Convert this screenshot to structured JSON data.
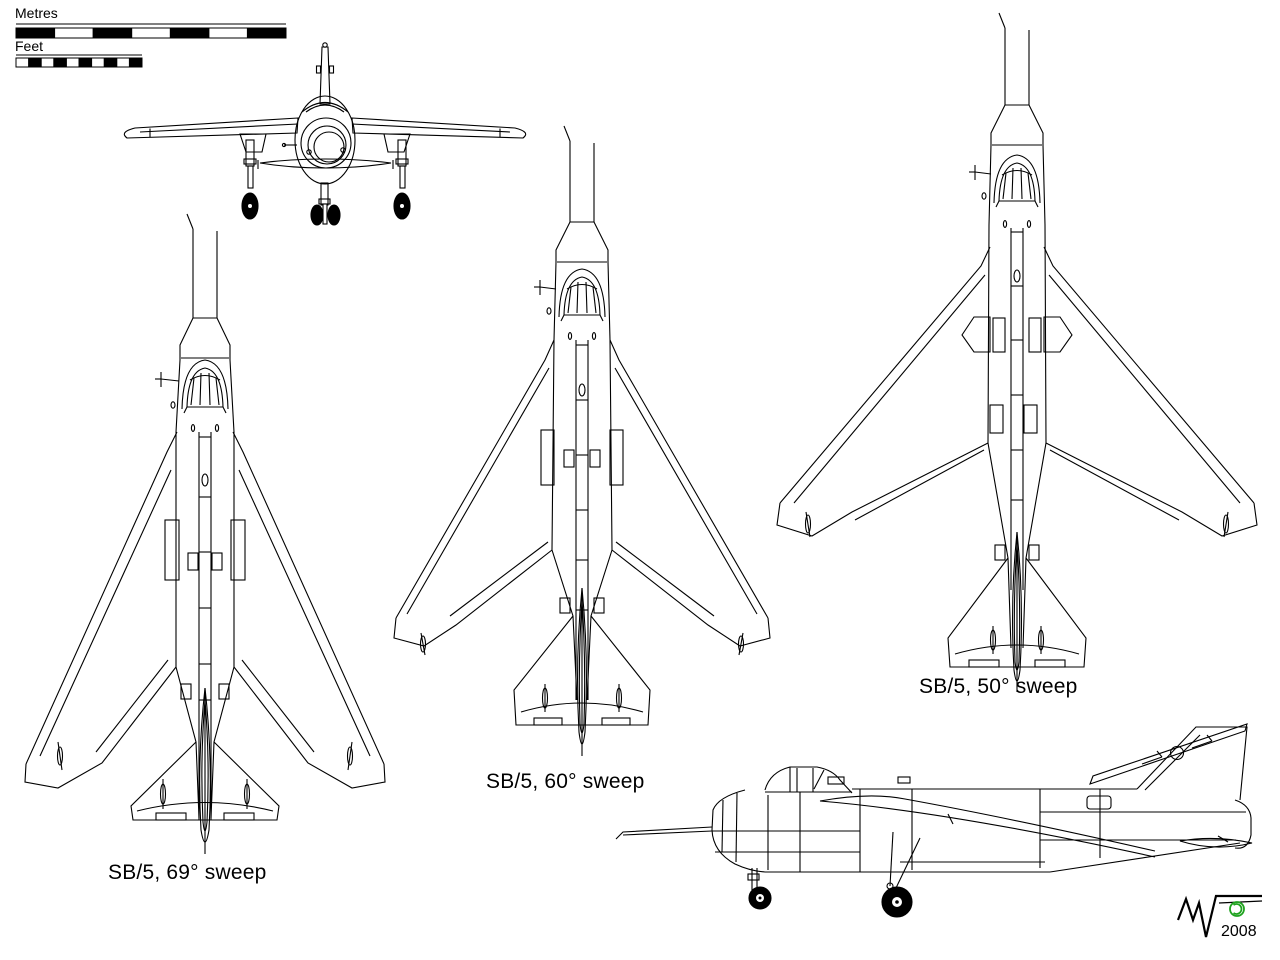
{
  "scale_bars": {
    "metres": {
      "label": "Metres"
    },
    "feet": {
      "label": "Feet"
    }
  },
  "view_labels": {
    "top_69": "SB/5, 69° sweep",
    "top_60": "SB/5, 60° sweep",
    "top_50": "SB/5, 50° sweep"
  },
  "signature": {
    "year": "2008",
    "copyright_symbol": "©",
    "copyright_color": "#1ea21e"
  },
  "line_color": "#000000",
  "background_color": "#ffffff"
}
